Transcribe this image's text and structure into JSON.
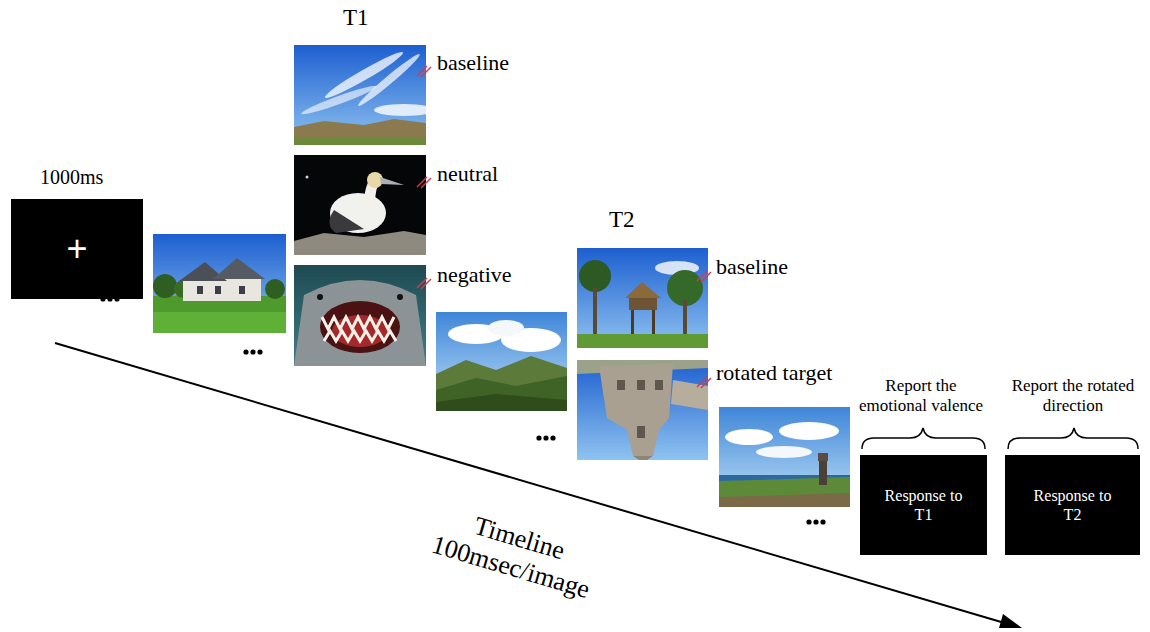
{
  "diagram": {
    "nodes": [
      {
        "text": [
          "+"
        ]
      },
      {
        "text": [
          "Response to T1"
        ]
      },
      {
        "text": [
          "Response to T2"
        ]
      }
    ],
    "labels": [
      "1000ms",
      "T1",
      "baseline",
      "neutral",
      "negative",
      "T2",
      "baseline",
      "rotated target",
      "Report the emotional valence",
      "Report the rotated direction",
      "Timeline 100msec/image"
    ]
  }
}
